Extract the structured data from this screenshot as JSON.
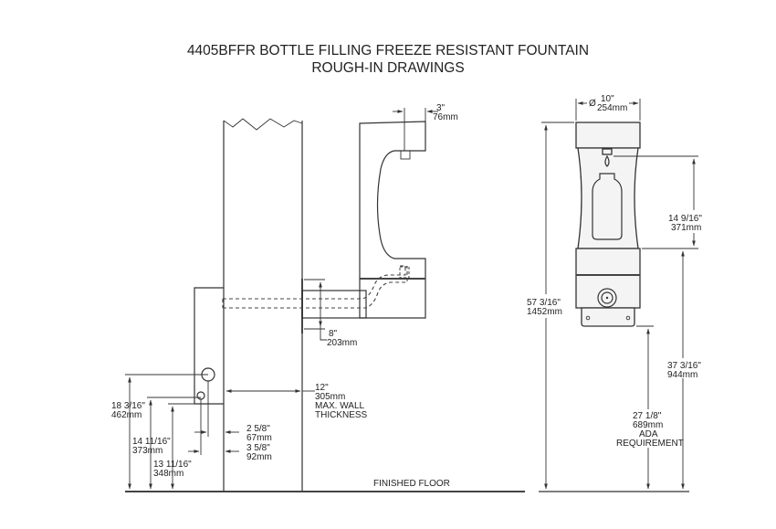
{
  "title": {
    "line1": "4405BFFR BOTTLE FILLING FREEZE RESISTANT FOUNTAIN",
    "line2": "ROUGH-IN DRAWINGS"
  },
  "side_view": {
    "spout_offset": {
      "imperial": "3\"",
      "metric": "76mm"
    },
    "pipe_height": {
      "imperial": "8\"",
      "metric": "203mm"
    },
    "wall_thickness": {
      "imperial": "12\"",
      "metric": "305mm",
      "note1": "MAX. WALL",
      "note2": "THICKNESS"
    },
    "valve_offset_a": {
      "imperial": "2 5/8\"",
      "metric": "67mm"
    },
    "valve_offset_b": {
      "imperial": "3 5/8\"",
      "metric": "92mm"
    },
    "height_a": {
      "imperial": "18 3/16\"",
      "metric": "462mm"
    },
    "height_b": {
      "imperial": "14 11/16\"",
      "metric": "373mm"
    },
    "height_c": {
      "imperial": "13 11/16\"",
      "metric": "348mm"
    },
    "floor_label": "FINISHED FLOOR"
  },
  "front_view": {
    "diameter": {
      "symbol": "Ø",
      "imperial": "10\"",
      "metric": "254mm"
    },
    "overall_height": {
      "imperial": "57 3/16\"",
      "metric": "1452mm"
    },
    "fill_height": {
      "imperial": "14 9/16\"",
      "metric": "371mm"
    },
    "base_height": {
      "imperial": "37 3/16\"",
      "metric": "944mm"
    },
    "ada_height": {
      "imperial": "27 1/8\"",
      "metric": "689mm",
      "note1": "ADA",
      "note2": "REQUIREMENT"
    }
  }
}
